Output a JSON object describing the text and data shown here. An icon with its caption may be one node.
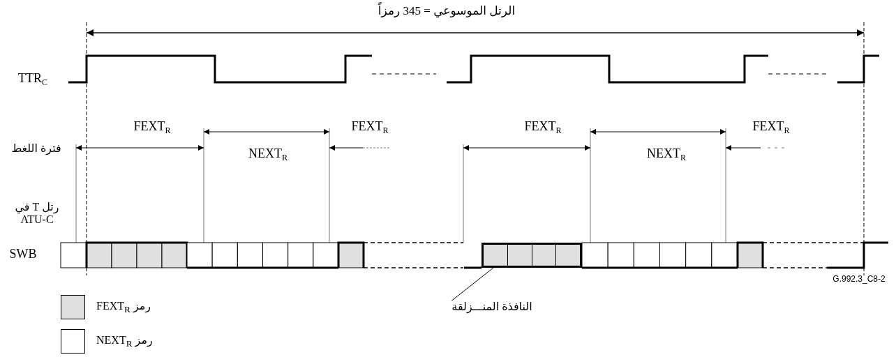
{
  "diagram": {
    "nodes": [
      {
        "text": [
          "النافذة المنـــزلقة"
        ]
      },
      {
        "text": [],
        "shape": "box"
      }
    ],
    "edges": [
      {
        "from": 0,
        "to": 1,
        "arrow": "none"
      }
    ],
    "labels": [
      "الرتل الموسوعي = 345 رمزاً",
      "TTR$_{C}$",
      "FEXT$_{R}$",
      "FEXT$_{R}$",
      "FEXT$_{R}$",
      "FEXT$_{R}$",
      "فترة اللغط",
      "NEXT$_{R}$",
      "NEXT$_{R}$",
      "رتل T في ATU-C",
      "SWB",
      "G.992.3_C8-2"
    ],
    "legend": [
      {
        "text": "رمز FEXT$_{R}$",
        "color": "#e0e0e0"
      },
      {
        "text": "رمز NEXT$_{R}$",
        "color": "#ffffff"
      }
    ]
  }
}
